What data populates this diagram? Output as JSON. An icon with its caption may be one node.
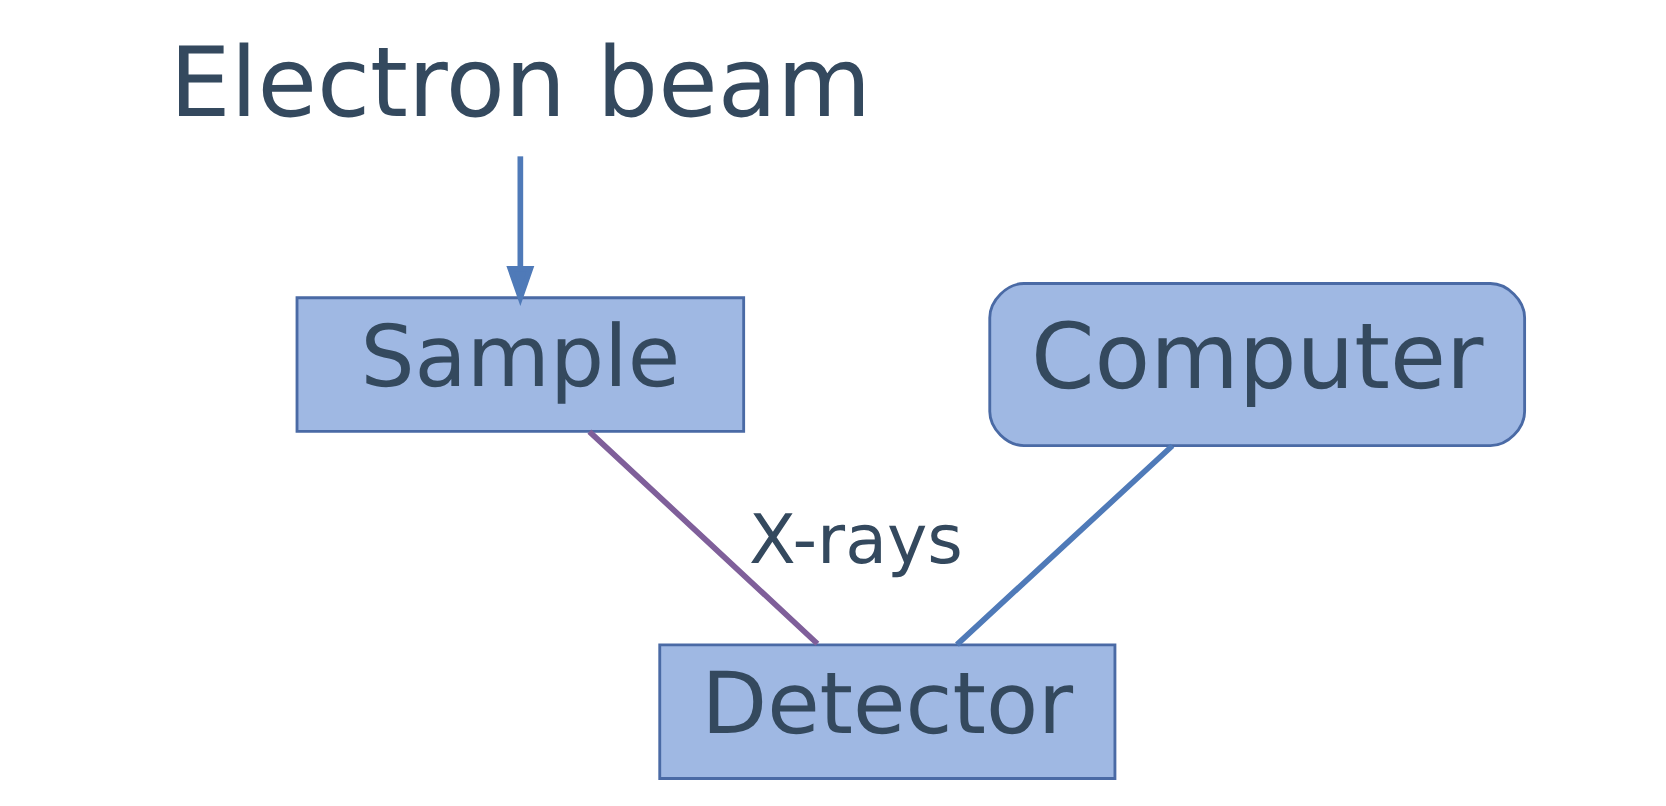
{
  "diagram": {
    "nodes": [
      {
        "text": [
          "Electron beam"
        ]
      },
      {
        "text": [
          "Sample"
        ]
      },
      {
        "text": [
          "Detector"
        ]
      },
      {
        "text": [
          "Computer"
        ]
      }
    ],
    "edges": [
      {
        "from": 0,
        "to": 1,
        "arrow": "to"
      },
      {
        "from": 1,
        "to": 2,
        "arrow": "none",
        "label": "X-rays",
        "color": "#7f5f9a"
      },
      {
        "from": 2,
        "to": 3,
        "arrow": "none"
      }
    ]
  }
}
